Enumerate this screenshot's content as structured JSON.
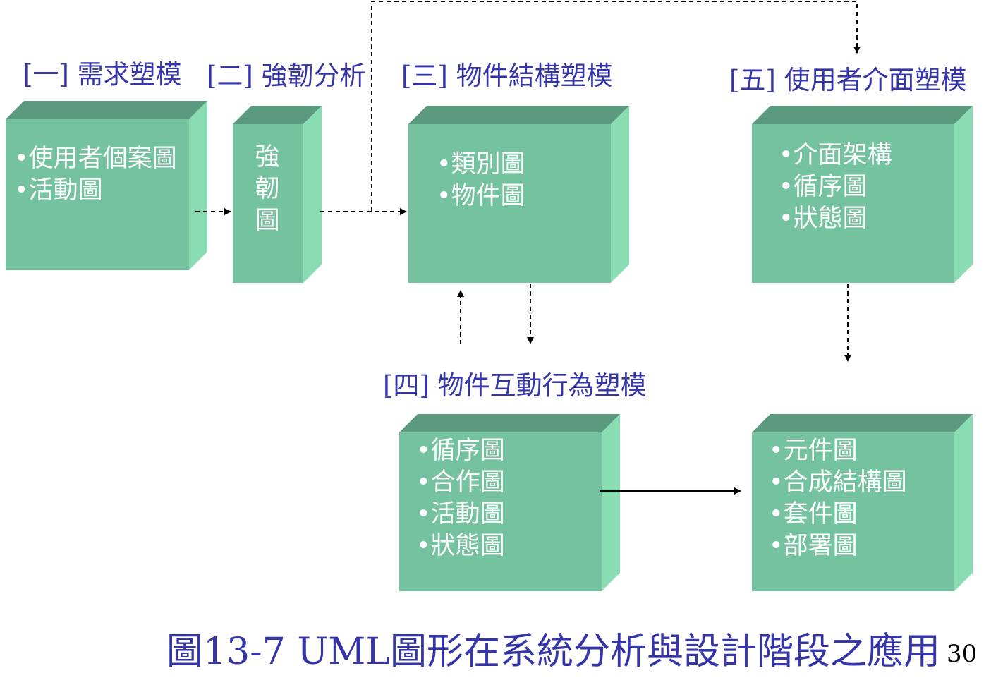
{
  "stages": {
    "s1": {
      "title": "[一] 需求塑模",
      "items": [
        "•使用者個案圖",
        "•活動圖"
      ]
    },
    "s2": {
      "title": "[二] 強韌分析",
      "vertical_text": [
        "強",
        "韌",
        "圖"
      ]
    },
    "s3": {
      "title": "[三] 物件結構塑模",
      "items": [
        "•類別圖",
        "•物件圖"
      ]
    },
    "s4": {
      "title": "[四] 物件互動行為塑模",
      "items": [
        "•循序圖",
        "•合作圖",
        "•活動圖",
        "•狀態圖"
      ]
    },
    "s5": {
      "title": "[五] 使用者介面塑模",
      "items": [
        "•介面架構",
        "•循序圖",
        "•狀態圖"
      ]
    },
    "s6": {
      "items": [
        "•元件圖",
        "•合成結構圖",
        "•套件圖",
        "•部署圖"
      ]
    }
  },
  "caption": "圖13-7 UML圖形在系統分析與設計階段之應用",
  "page_number": "30",
  "colors": {
    "title_text": "#3535a8",
    "box_front": "#75c2a0",
    "box_top": "#5b9a7e",
    "box_side": "#8addb3",
    "box_text": "#ffffff",
    "connector": "#000000"
  }
}
